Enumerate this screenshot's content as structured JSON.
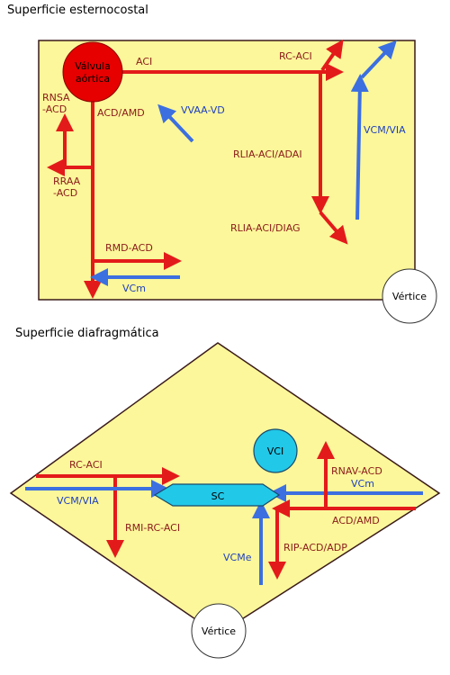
{
  "panel_top": {
    "title": "Superficie esternocostal",
    "valve_label_line1": "Válvula",
    "valve_label_line2": "aórtica",
    "vertex": "Vértice",
    "labels": {
      "aci": "ACI",
      "rc_aci": "RC-ACI",
      "acd_amd": "ACD/AMD",
      "rnsa_1": "RNSA",
      "rnsa_2": "-ACD",
      "rraa_1": "RRAA",
      "rraa_2": "-ACD",
      "vvaa_vd": "VVAA-VD",
      "vcm_via": "VCM/VIA",
      "rlia_adai": "RLIA-ACI/ADAI",
      "rlia_diag": "RLIA-ACI/DIAG",
      "rmd_acd": "RMD-ACD",
      "vcm": "VCm"
    }
  },
  "panel_bottom": {
    "title": "Superficie diafragmática",
    "vci": "VCI",
    "sc": "SC",
    "vertex": "Vértice",
    "labels": {
      "rc_aci": "RC-ACI",
      "vcm_via": "VCM/VIA",
      "rmi_rc_aci": "RMI-RC-ACI",
      "rnav_acd": "RNAV-ACD",
      "vcm": "VCm",
      "acd_amd": "ACD/AMD",
      "vcme": "VCMe",
      "rip_acd_adp": "RIP-ACD/ADP"
    }
  },
  "colors": {
    "fill": "#fbf79a",
    "artery": "#e31a1a",
    "vein": "#3c6fe0",
    "sc_fill": "#22c8e8",
    "vci_fill": "#22c8e8",
    "valve_fill": "#e60000"
  }
}
